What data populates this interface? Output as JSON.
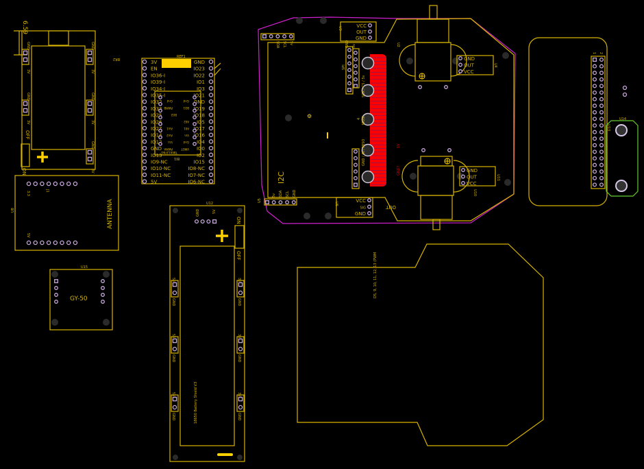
{
  "colors": {
    "silkscreen": "#d8b400",
    "pad": "#c8a8dc",
    "board_outline": "#d020d0",
    "copper": "#ff0000",
    "keepout": "#66cc33",
    "background": "#000000"
  },
  "left_module": {
    "dimension": "6.59",
    "br_label": "BR2",
    "left_pads": [
      "GND",
      "3V",
      "GND",
      "3V"
    ],
    "right_pads": [
      "GND",
      "3V",
      "GND",
      "3V",
      "GND",
      "3V"
    ],
    "switch_on": "ON",
    "switch_off": "OFF",
    "header_label": "J1",
    "u8_ref": "U8",
    "pin_3v3": "3.3",
    "pin_5v": "5V",
    "antenna": "ANTENNA"
  },
  "gy50": {
    "ref": "U15",
    "label": "GY-50"
  },
  "ref1": {
    "ref": "REF1",
    "left_pins": [
      "3V",
      "EN",
      "IO36-I",
      "IO39-I",
      "IO34-I",
      "IO35-I",
      "IO32",
      "IO33",
      "IO25",
      "IO26",
      "IO27",
      "IO14",
      "IO12",
      "GND",
      "IO13",
      "IO9-NC",
      "IO10-NC",
      "IO11-NC",
      "5V"
    ],
    "right_pins": [
      "GND",
      "IO23",
      "IO22",
      "IO1",
      "IO3",
      "IO21",
      "GND",
      "IO19",
      "IO18",
      "IO5",
      "IO17",
      "IO16",
      "IO4",
      "IO0",
      "IO2",
      "IO15",
      "IO8-NC",
      "IO7-NC",
      "IO6-NC"
    ],
    "driver_ref": "BI1",
    "driver_labels": [
      "Gnd",
      "Gnd",
      "PWMB",
      "BO1",
      "BO2",
      "A02",
      "A01",
      "Vm",
      "Gnd",
      "Ain1",
      "Ain2",
      "Vcc",
      "PWMA",
      "VMOT",
      "TB6612FNG"
    ]
  },
  "battery": {
    "ref": "U12",
    "gnd": "GND",
    "v5": "5V",
    "on": "ON",
    "off": "OFF",
    "left_pads": [
      "5V",
      "GND",
      "5V",
      "GND",
      "5V",
      "GND"
    ],
    "right_pads": [
      "3V",
      "GND",
      "3V",
      "GND",
      "3V",
      "GND"
    ],
    "title": "18650 Battery Shield  V3"
  },
  "main_board": {
    "i2c": "I2C",
    "spi": "SPI",
    "u2": "U2",
    "u3": "U3",
    "u4": "U4",
    "u5": "U5",
    "u6": "U6",
    "u10": "U10",
    "u11": "U11",
    "top_header": [
      "SDA",
      "SCL",
      "5v"
    ],
    "bottom_header": [
      "5v",
      "SDA",
      "SCL",
      "GND"
    ],
    "u3_pins": [
      "VCC",
      "OUT",
      "GND"
    ],
    "u4_pins": [
      "GND",
      "OUT",
      "VCC"
    ],
    "u11_pins": [
      "GND",
      "OUT",
      "VCC"
    ],
    "u6_pins": [
      "VCC",
      "SIG",
      "GND"
    ],
    "u6_out": "OUT",
    "spi_pins": [
      "GND",
      "5v"
    ],
    "conn_labels": [
      "SCK / CS / 5v",
      "MOSI",
      "GND / IN / MISO"
    ],
    "marker_5v": "5V",
    "marker_gnd": "GND?",
    "marker_4": "4"
  },
  "lower_board": {
    "label": "D5, 9, 10, 11, 12, 13 (PWM"
  },
  "right_board": {
    "header_pin1": "1",
    "header_pin2": "2",
    "u13": "U13",
    "u14": "U14"
  }
}
